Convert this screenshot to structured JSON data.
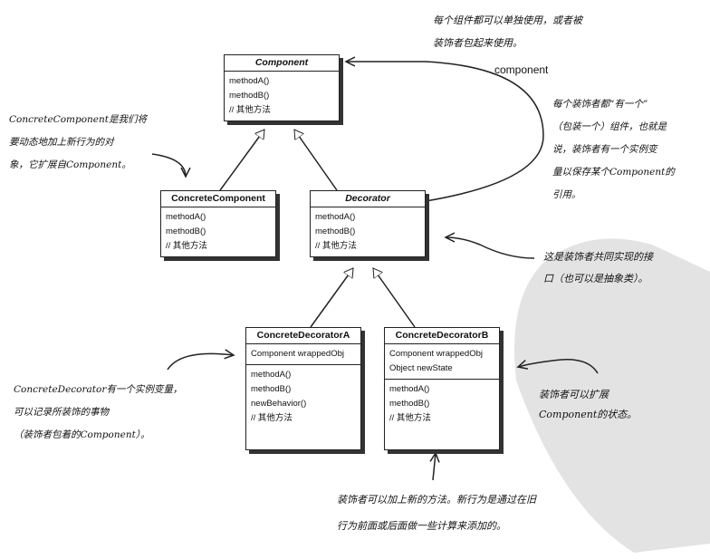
{
  "classes": {
    "component": {
      "name": "Component",
      "methods": [
        "methodA()",
        "methodB()",
        "// 其他方法"
      ]
    },
    "concrete_component": {
      "name": "ConcreteComponent",
      "methods": [
        "methodA()",
        "methodB()",
        "// 其他方法"
      ]
    },
    "decorator": {
      "name": "Decorator",
      "methods": [
        "methodA()",
        "methodB()",
        "// 其他方法"
      ]
    },
    "concrete_decorator_a": {
      "name": "ConcreteDecoratorA",
      "fields": [
        "Component wrappedObj"
      ],
      "methods": [
        "methodA()",
        "methodB()",
        "newBehavior()",
        "// 其他方法"
      ]
    },
    "concrete_decorator_b": {
      "name": "ConcreteDecoratorB",
      "fields": [
        "Component wrappedObj",
        "Object newState"
      ],
      "methods": [
        "methodA()",
        "methodB()",
        "// 其他方法"
      ]
    }
  },
  "association_label": "component",
  "notes": {
    "top_right": [
      "每个组件都可以单独使用，或者被",
      "装饰者包起来使用。"
    ],
    "right": [
      "每个装饰者都“有一个”",
      "（包装一个）组件，也就是",
      "说，装饰者有一个实例变",
      "量以保存某个Component的",
      "引用。"
    ],
    "left": [
      "ConcreteComponent是我们将",
      "要动态地加上新行为的对",
      "象，它扩展自Component。"
    ],
    "interface": [
      "这是装饰者共同实现的接",
      "口（也可以是抽象类）。"
    ],
    "concrete_decorator": [
      "ConcreteDecorator有一个实例变量，",
      "可以记录所装饰的事物",
      "（装饰者包着的Component）。"
    ],
    "extend_state": [
      "装饰者可以扩展",
      "Component的状态。"
    ],
    "new_methods": [
      "装饰者可以加上新的方法。新行为是通过在旧",
      "行为前面或后面做一些计算来添加的。"
    ]
  }
}
